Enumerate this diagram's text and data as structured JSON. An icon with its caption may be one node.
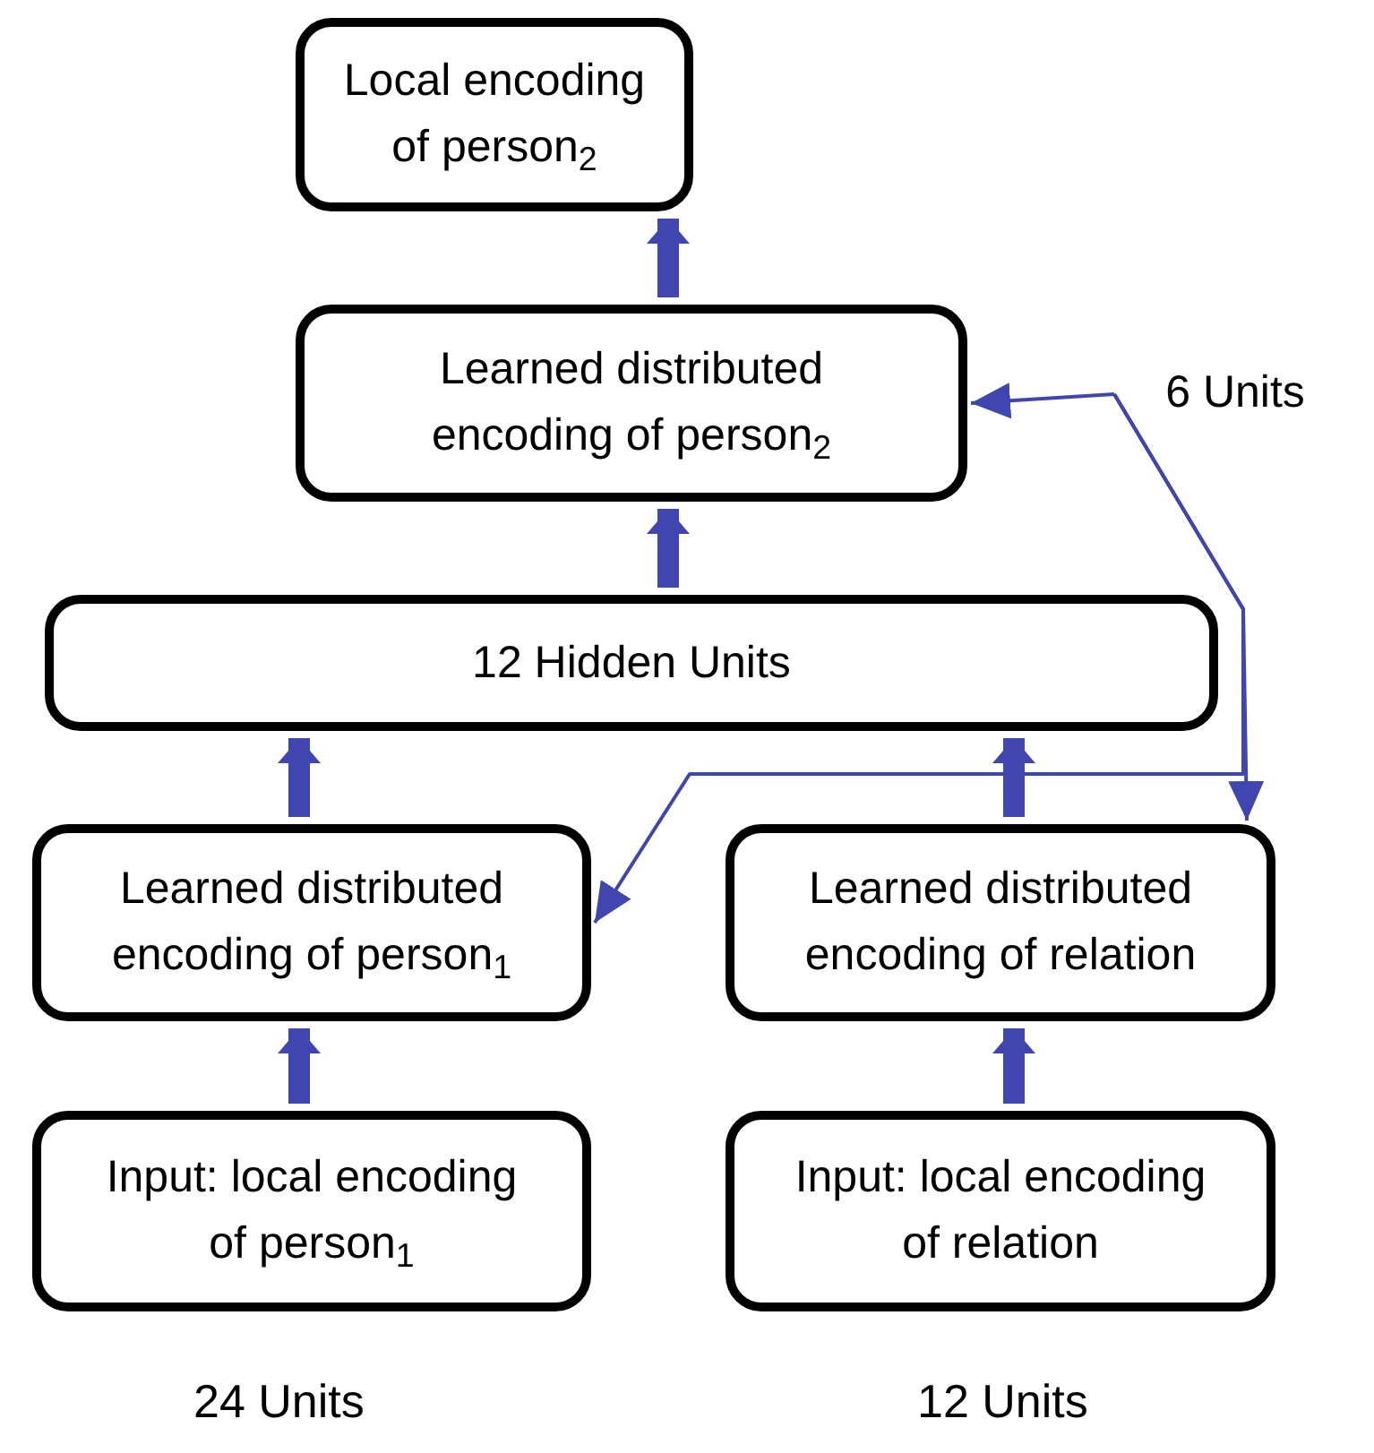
{
  "diagram": {
    "nodes": [
      {
        "text": [
          "Local encoding of person$_{2}$"
        ]
      },
      {
        "text": [
          "Learned distributed encoding of person$_{2}$"
        ]
      },
      {
        "text": [
          "12 Hidden Units"
        ]
      },
      {
        "text": [
          "Learned distributed encoding of person$_{1}$"
        ]
      },
      {
        "text": [
          "Learned distributed encoding of relation"
        ]
      },
      {
        "text": [
          "Input: local encoding of person$_{1}$"
        ]
      },
      {
        "text": [
          "Input: local encoding of relation"
        ]
      },
      {
        "text": [
          "6 Units"
        ]
      }
    ],
    "edges": [
      {
        "from": 5,
        "to": 3,
        "arrow": "to"
      },
      {
        "from": 6,
        "to": 4,
        "arrow": "to"
      },
      {
        "from": 3,
        "to": 2,
        "arrow": "to"
      },
      {
        "from": 4,
        "to": 2,
        "arrow": "to"
      },
      {
        "from": 2,
        "to": 1,
        "arrow": "to"
      },
      {
        "from": 1,
        "to": 0,
        "arrow": "to"
      },
      {
        "from": 7,
        "to": 1,
        "arrow": "to"
      },
      {
        "from": 7,
        "to": 3,
        "arrow": "to"
      },
      {
        "from": 7,
        "to": 4,
        "arrow": "to"
      }
    ],
    "labels": [
      "24 Units",
      "12 Units"
    ]
  }
}
